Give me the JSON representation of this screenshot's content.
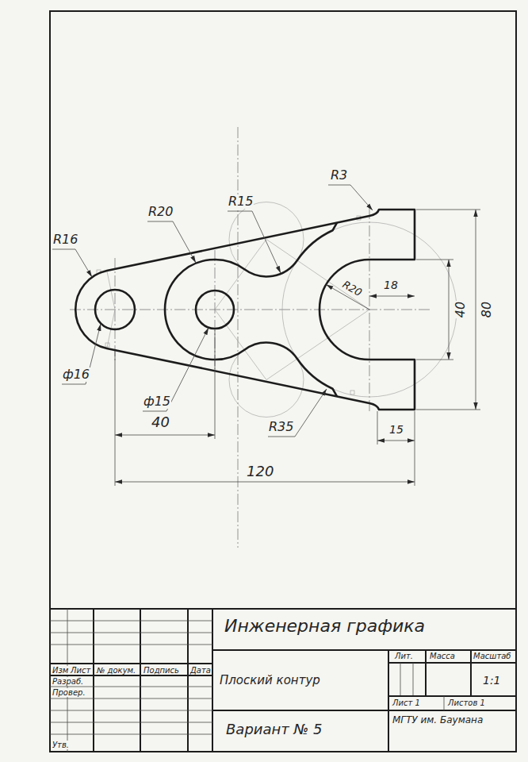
{
  "diagram": {
    "labels": [
      "R3",
      "R15",
      "R20",
      "R16",
      "R20",
      "18",
      "40",
      "80",
      "ф16",
      "ф15",
      "40",
      "R35",
      "15",
      "120",
      "Инженерная графика",
      "Изм",
      "Лист",
      "№ докум.",
      "Подпись",
      "Дата",
      "Разраб.",
      "Провер.",
      "Утв.",
      "Плоский контур",
      "Лит.",
      "Масса",
      "Масштаб",
      "1:1",
      "Лист 1",
      "Листов 1",
      "Вариант № 5",
      "МГТУ им. Баумана"
    ]
  }
}
